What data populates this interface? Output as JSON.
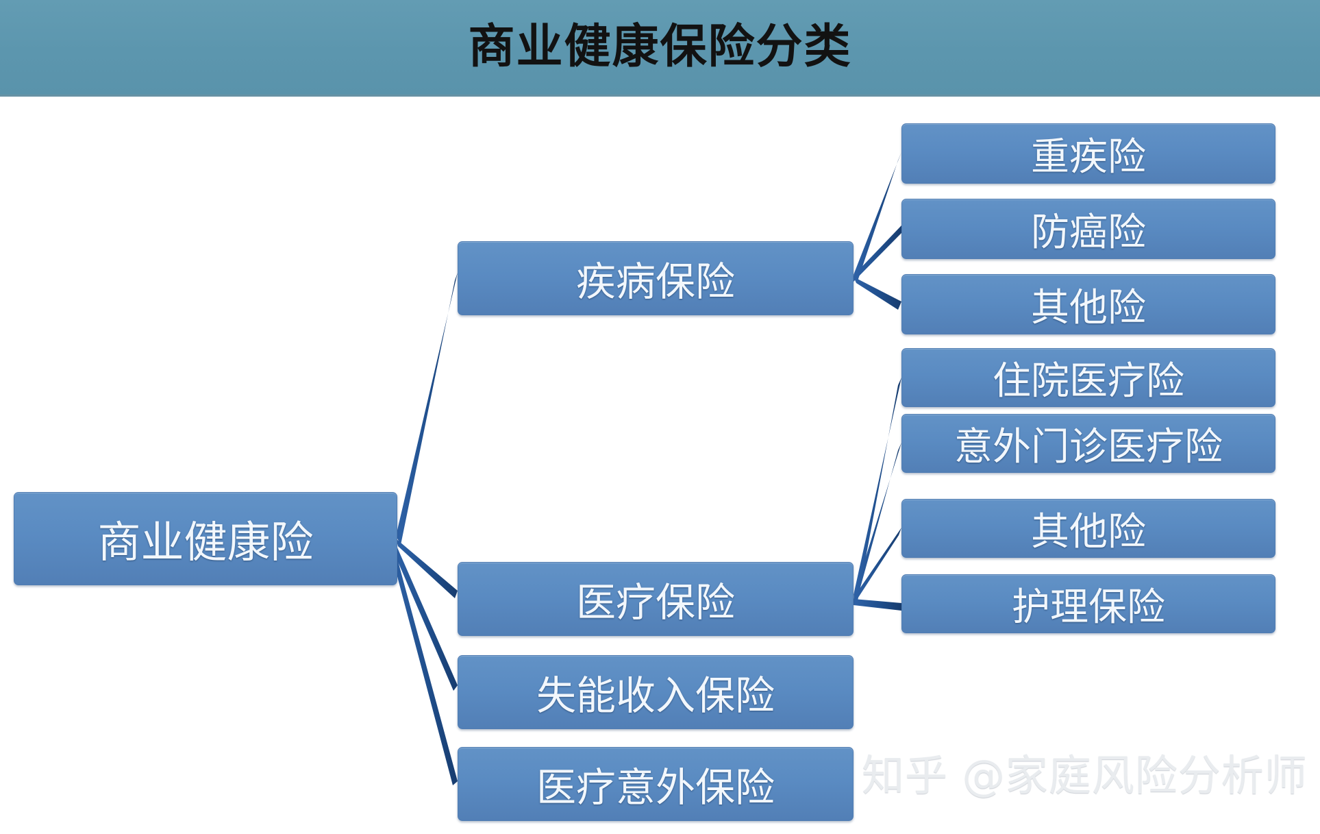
{
  "header": {
    "title": "商业健康保险分类",
    "band_color": "#5c96ae",
    "title_color": "#121212"
  },
  "theme": {
    "node_fill": "#5a8bc2",
    "node_border": "#4f7cb2",
    "node_text": "#f2f7fc",
    "connector": "#1f4e8c",
    "background": "#ffffff"
  },
  "diagram": {
    "type": "tree",
    "root": {
      "label": "商业健康险"
    },
    "level2": [
      {
        "id": "jibing",
        "label": "疾病保险"
      },
      {
        "id": "yiliao",
        "label": "医疗保险"
      },
      {
        "id": "shineng",
        "label": "失能收入保险"
      },
      {
        "id": "yiwai",
        "label": "医疗意外保险"
      }
    ],
    "level3_disease": [
      {
        "label": "重疾险"
      },
      {
        "label": "防癌险"
      },
      {
        "label": "其他险"
      }
    ],
    "level3_medical": [
      {
        "label": "住院医疗险"
      },
      {
        "label": "意外门诊医疗险"
      },
      {
        "label": "其他险"
      },
      {
        "label": "护理保险"
      }
    ]
  },
  "watermark": {
    "text": "知乎 @家庭风险分析师"
  }
}
